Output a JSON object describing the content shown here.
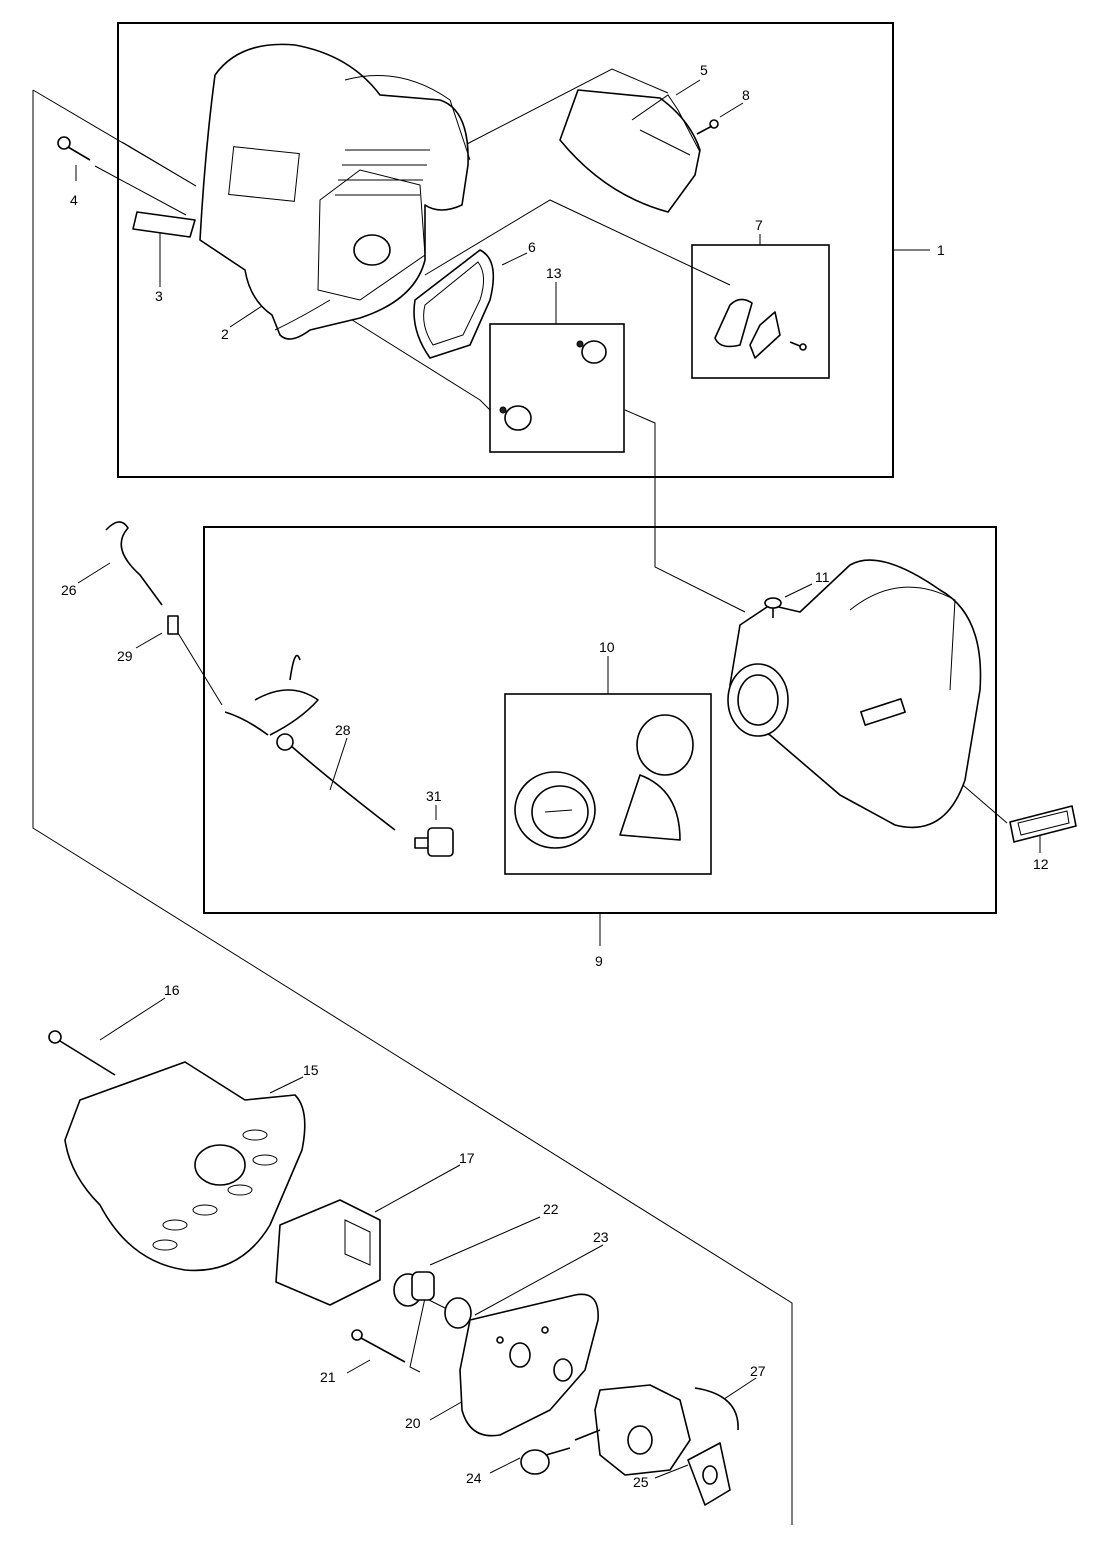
{
  "diagram": {
    "callouts": [
      {
        "id": "c1",
        "text": "1"
      },
      {
        "id": "c2",
        "text": "2"
      },
      {
        "id": "c3",
        "text": "3"
      },
      {
        "id": "c4",
        "text": "4"
      },
      {
        "id": "c5",
        "text": "5"
      },
      {
        "id": "c6",
        "text": "6"
      },
      {
        "id": "c7",
        "text": "7"
      },
      {
        "id": "c8",
        "text": "8"
      },
      {
        "id": "c9",
        "text": "9"
      },
      {
        "id": "c10",
        "text": "10"
      },
      {
        "id": "c11",
        "text": "11"
      },
      {
        "id": "c12",
        "text": "12"
      },
      {
        "id": "c13",
        "text": "13"
      },
      {
        "id": "c15",
        "text": "15"
      },
      {
        "id": "c16",
        "text": "16"
      },
      {
        "id": "c17",
        "text": "17"
      },
      {
        "id": "c20",
        "text": "20"
      },
      {
        "id": "c21",
        "text": "21"
      },
      {
        "id": "c22",
        "text": "22"
      },
      {
        "id": "c23",
        "text": "23"
      },
      {
        "id": "c24",
        "text": "24"
      },
      {
        "id": "c25",
        "text": "25"
      },
      {
        "id": "c26",
        "text": "26"
      },
      {
        "id": "c27",
        "text": "27"
      },
      {
        "id": "c28",
        "text": "28"
      },
      {
        "id": "c29",
        "text": "29"
      },
      {
        "id": "c31",
        "text": "31"
      }
    ]
  }
}
